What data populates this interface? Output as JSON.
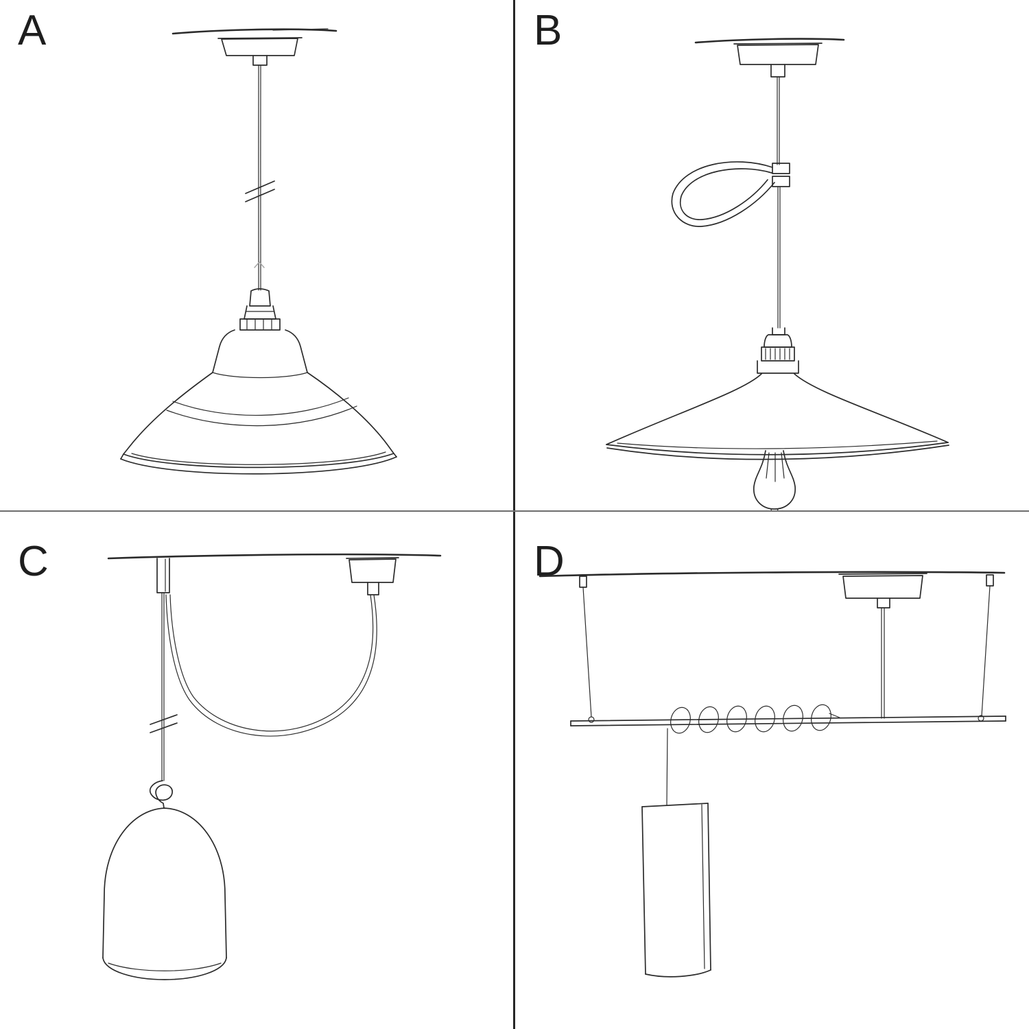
{
  "colors": {
    "background": "#ffffff",
    "sketch_line": "#2b2b2b",
    "faint_line": "#a3a3a3",
    "divider_vertical": "#262626",
    "divider_horizontal": "#6e6e6e"
  },
  "panels": [
    {
      "label": "A",
      "sketch": "pendant-industrial-bowl-shade-sketch"
    },
    {
      "label": "B",
      "sketch": "pendant-flat-plate-shade-with-bulb-and-cable-hook-sketch"
    },
    {
      "label": "C",
      "sketch": "swag-pendant-bell-cloche-shade-sketch"
    },
    {
      "label": "D",
      "sketch": "suspended-bar-with-coiled-cable-and-cylinder-pendant-sketch"
    }
  ]
}
